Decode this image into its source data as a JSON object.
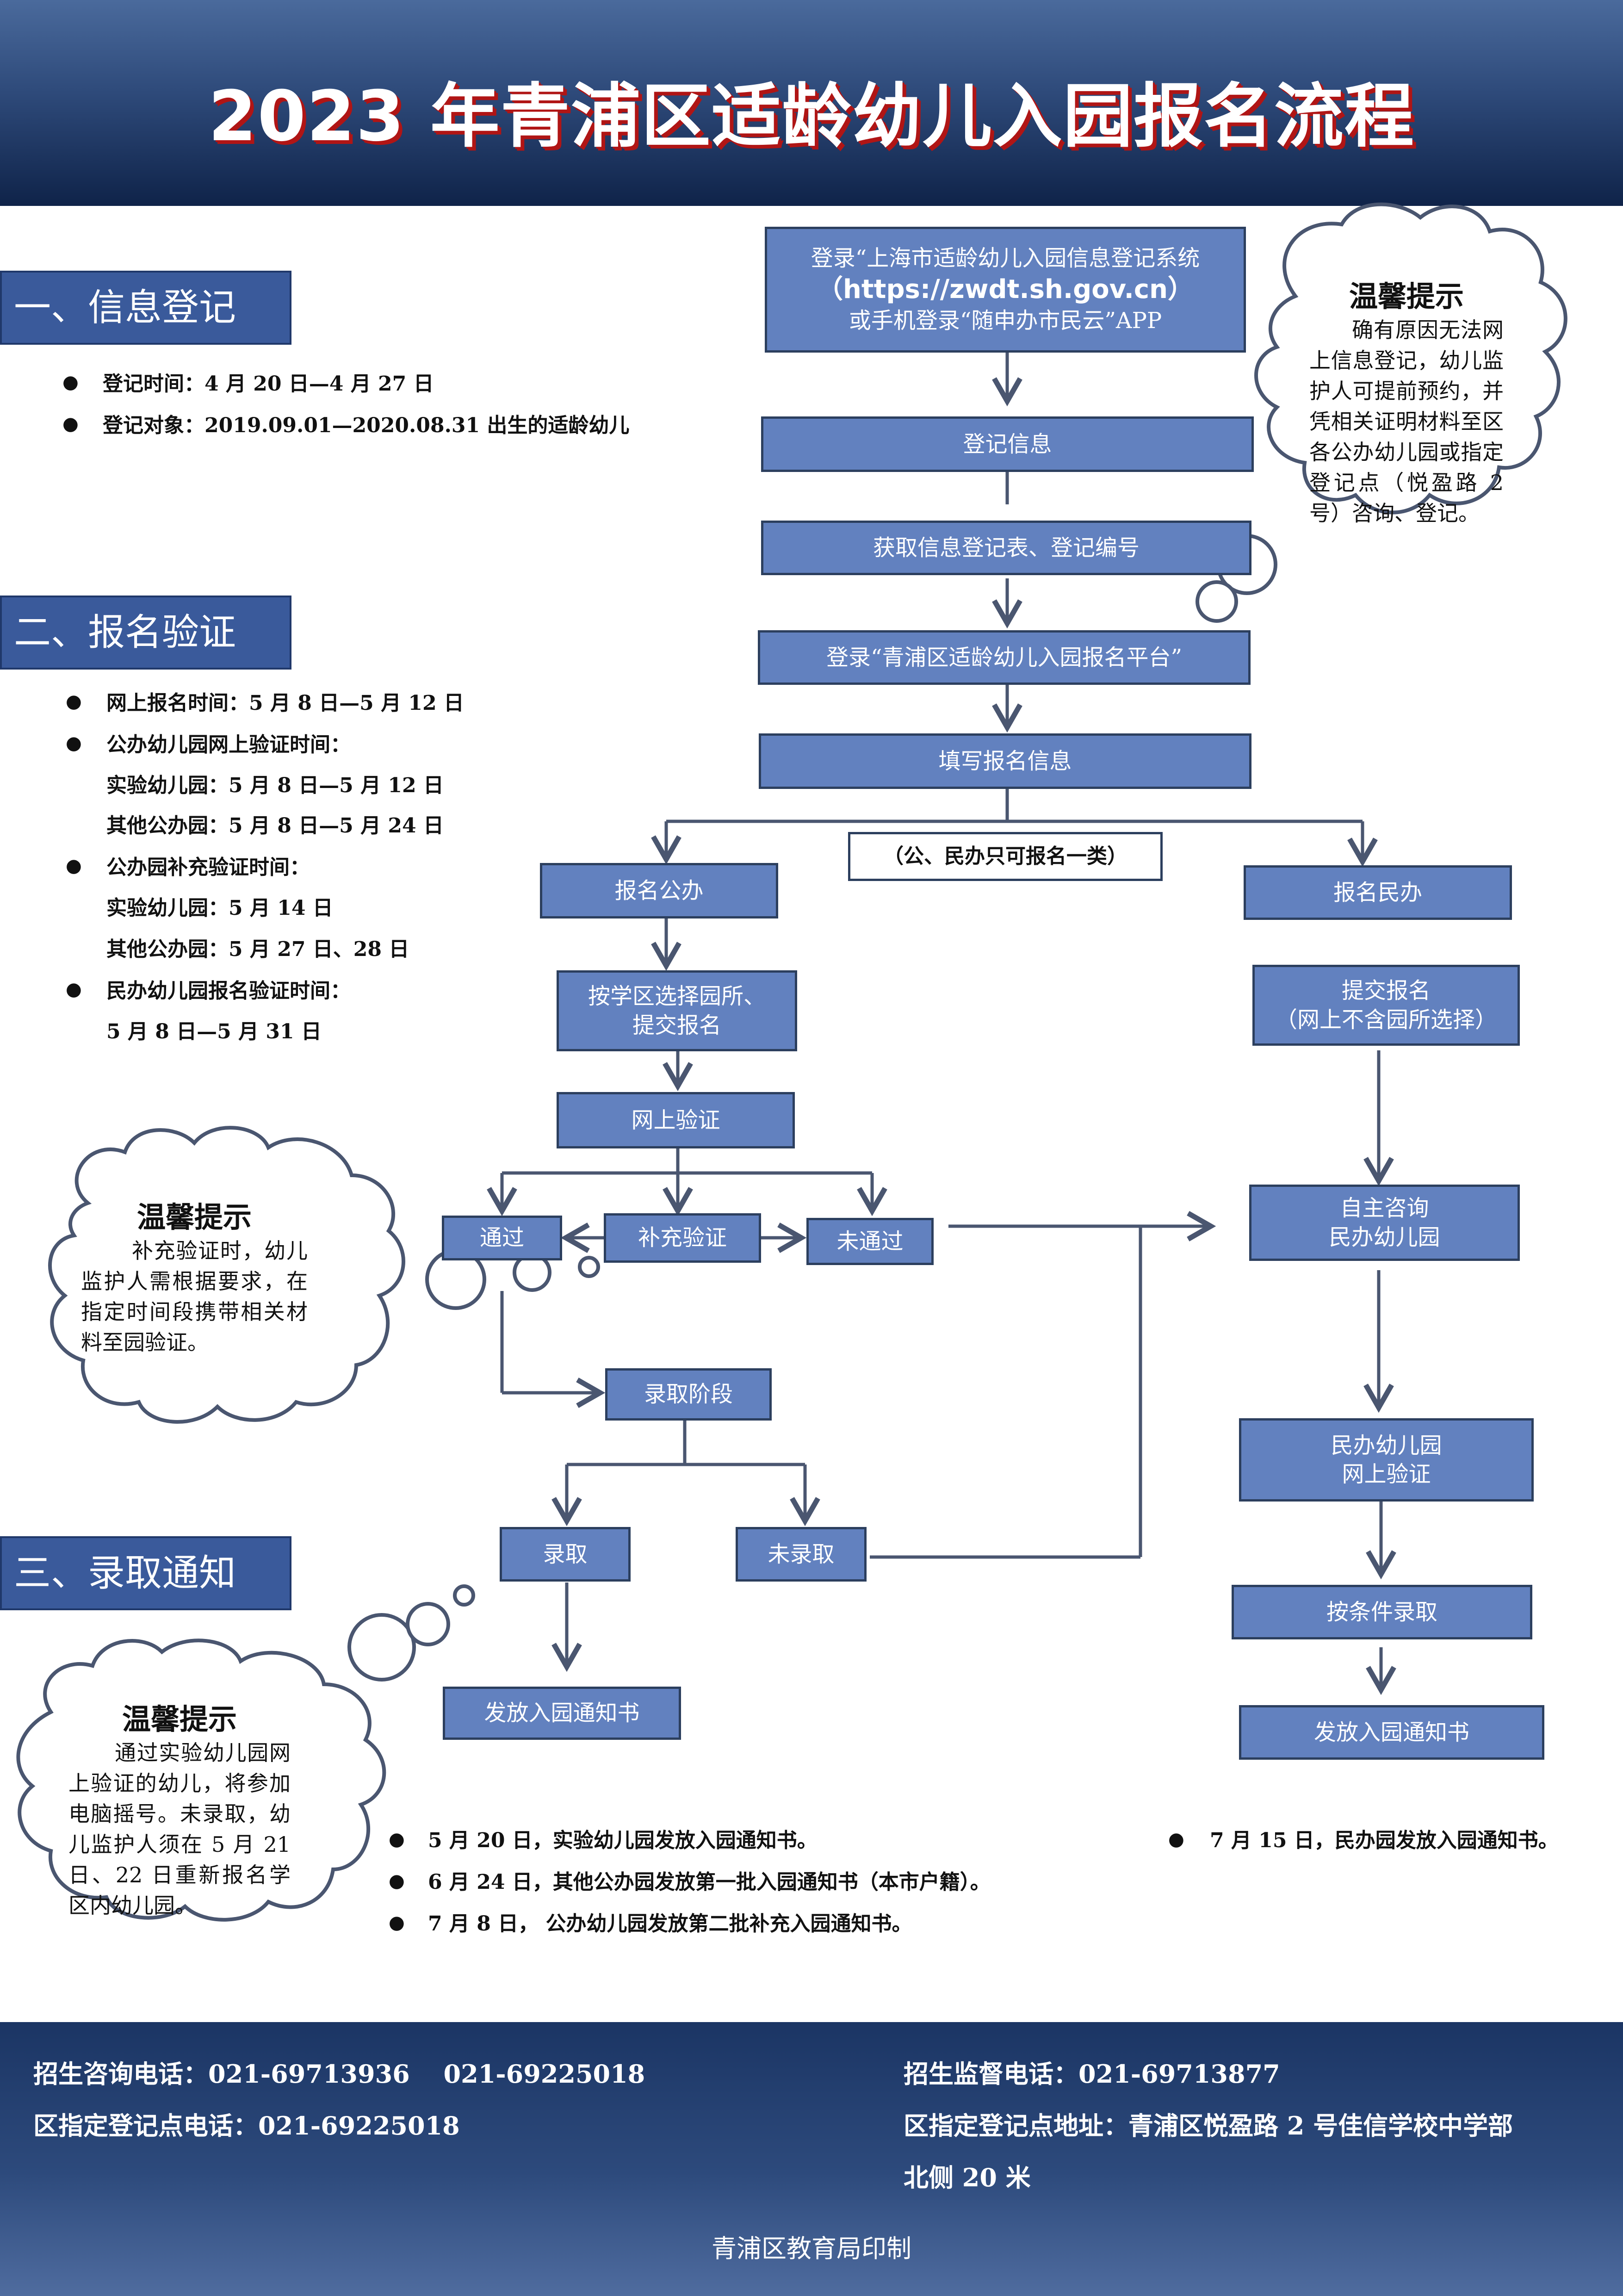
{
  "header": {
    "title": "2023 年青浦区适龄幼儿入园报名流程"
  },
  "sections": {
    "s1": "一、信息登记",
    "s2": "二、报名验证",
    "s3": "三、录取通知"
  },
  "registration": {
    "time": "登记时间：4 月 20 日—4 月 27 日",
    "target": "登记对象：2019.09.01—2020.08.31 出生的适龄幼儿"
  },
  "verification": {
    "online_time": "网上报名时间：5 月 8 日—5 月 12 日",
    "public_title": "公办幼儿园网上验证时间：",
    "public_exp": "实验幼儿园：5 月 8 日—5 月 12 日",
    "public_other": "其他公办园：5 月 8 日—5 月 24 日",
    "supp_title": "公办园补充验证时间：",
    "supp_exp": "实验幼儿园：5 月 14 日",
    "supp_other": "其他公办园：5 月 27 日、28 日",
    "private_title": "民办幼儿园报名验证时间：",
    "private_time": "5 月 8 日—5 月 31 日"
  },
  "flow": {
    "login_line1": "登录“上海市适龄幼儿入园信息登记系统",
    "login_url": "（https://zwdt.sh.gov.cn）",
    "login_line3": "或手机登录“随申办市民云”APP",
    "register_info": "登记信息",
    "get_form": "获取信息登记表、登记编号",
    "login_platform": "登录“青浦区适龄幼儿入园报名平台”",
    "fill_info": "填写报名信息",
    "only_one": "（公、民办只可报名一类）",
    "public_apply": "报名公办",
    "private_apply": "报名民办",
    "choose_school_1": "按学区选择园所、",
    "choose_school_2": "提交报名",
    "submit_private_1": "提交报名",
    "submit_private_2": "（网上不含园所选择）",
    "online_verify": "网上验证",
    "passed": "通过",
    "supplement": "补充验证",
    "not_passed": "未通过",
    "consult_1": "自主咨询",
    "consult_2": "民办幼儿园",
    "admission_stage": "录取阶段",
    "admitted": "录取",
    "not_admitted": "未录取",
    "private_verify_1": "民办幼儿园",
    "private_verify_2": "网上验证",
    "conditional_admit": "按条件录取",
    "notice_public": "发放入园通知书",
    "notice_private": "发放入园通知书"
  },
  "tips": {
    "tip_title": "温馨提示",
    "tip1": "确有原因无法网上信息登记，幼儿监护人可提前预约，并凭相关证明材料至区各公办幼儿园或指定登记点（悦盈路 2 号）咨询、登记。",
    "tip2": "补充验证时，幼儿监护人需根据要求，在指定时间段携带相关材料至园验证。",
    "tip3": "通过实验幼儿园网上验证的幼儿，将参加电脑摇号。未录取，幼儿监护人须在 5 月 21 日、22 日重新报名学区内幼儿园。"
  },
  "notices": {
    "n1": "5 月 20 日，实验幼儿园发放入园通知书。",
    "n2": "6 月 24 日，其他公办园发放第一批入园通知书（本市户籍）。",
    "n3": "7 月 8 日， 公办幼儿园发放第二批补充入园通知书。",
    "n4": "7 月 15 日，民办园发放入园通知书。"
  },
  "footer": {
    "consult_phone": "招生咨询电话：021-69713936　 021-69225018",
    "reg_phone": "区指定登记点电话：021-69225018",
    "supervise_phone": "招生监督电话：021-69713877",
    "reg_address_1": "区指定登记点地址：青浦区悦盈路 2 号佳信学校中学部",
    "reg_address_2": "北侧 20 米",
    "printer": "青浦区教育局印制"
  },
  "colors": {
    "header_dark": "#0f2349",
    "box_fill": "#6281bf",
    "arrow": "#4a5670",
    "title_shadow": "#b01515"
  }
}
